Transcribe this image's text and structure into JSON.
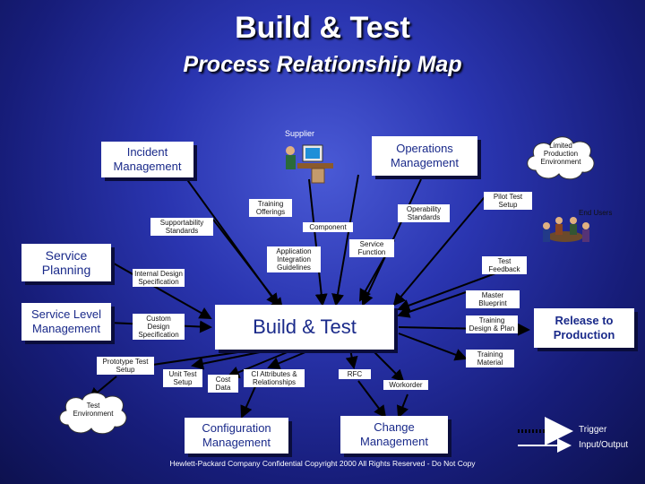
{
  "title": "Build & Test",
  "subtitle": "Process Relationship Map",
  "supplier": "Supplier",
  "operations": "Operations Management",
  "incident": "Incident Management",
  "limited_prod": "Limited Production Environment",
  "end_users": "End Users",
  "training_offerings": "Training Offerings",
  "operability_standards": "Operability Standards",
  "pilot_test_setup": "Pilot Test Setup",
  "supportability_standards": "Supportability Standards",
  "component": "Component",
  "service_planning": "Service Planning",
  "app_guidelines": "Application Integration Guidelines",
  "service_function": "Service Function",
  "test_feedback": "Test Feedback",
  "internal_design": "Internal Design Specification",
  "master_blueprint": "Master Blueprint",
  "service_level": "Service Level Management",
  "custom_design": "Custom Design Specification",
  "build_test": "Build & Test",
  "training_design": "Training Design & Plan",
  "release": "Release to Production",
  "training_material": "Training Material",
  "prototype_setup": "Prototype Test Setup",
  "unit_test_setup": "Unit Test Setup",
  "cost_data": "Cost Data",
  "ci_attributes": "CI Attributes & Relationships",
  "rfc": "RFC",
  "workorder": "Workorder",
  "test_environment": "Test Environment",
  "config_mgmt": "Configuration Management",
  "change_mgmt": "Change Management",
  "legend_trigger": "Trigger",
  "legend_io": "Input/Output",
  "footer": "Hewlett-Packard Company Confidential Copyright 2000 All Rights Reserved - Do Not Copy"
}
